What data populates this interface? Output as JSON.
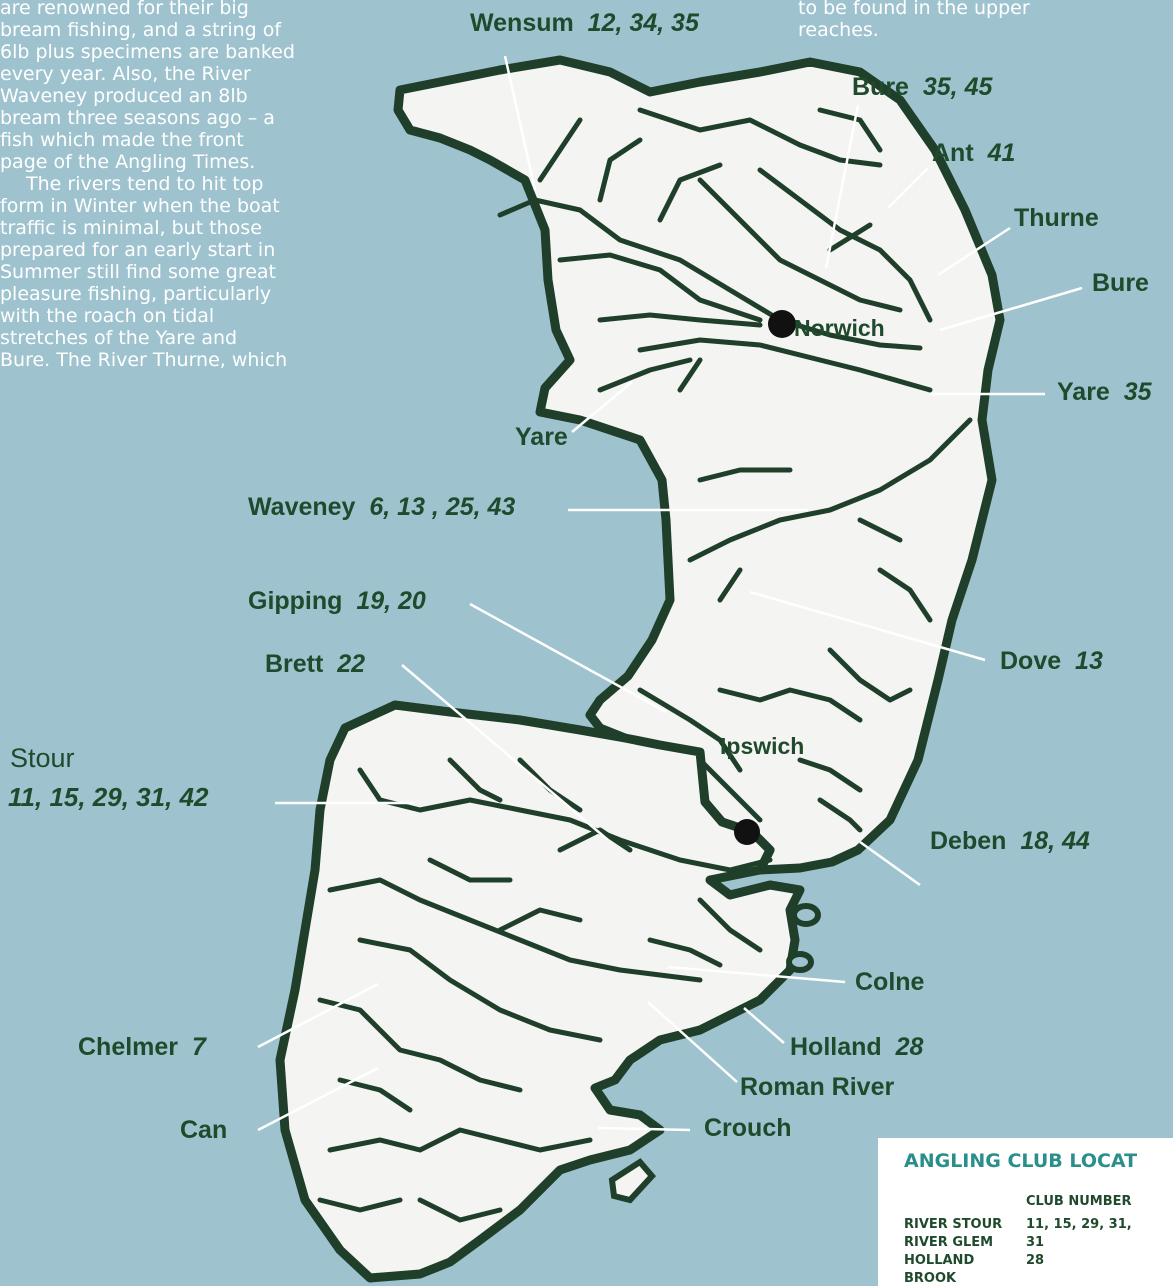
{
  "article": {
    "left_column_lines": [
      "are renowned for their big",
      "bream fishing, and a string of",
      "6lb plus specimens are banked",
      "every year. Also, the River",
      "Waveney produced an 8lb",
      "bream three seasons ago – a",
      "fish which made the front",
      "page of the Angling Times."
    ],
    "left_column_lines_2": [
      "The rivers tend to hit top",
      "form in Winter when the boat",
      "traffic is minimal, but those",
      "prepared for an early start in",
      "Summer still find some great",
      "pleasure fishing, particularly",
      "with the roach on tidal",
      "stretches of the Yare and",
      "Bure. The River Thurne, which"
    ],
    "right_column_lines": [
      "to be found in the upper",
      "reaches."
    ]
  },
  "map": {
    "rivers": [
      {
        "key": "wensum",
        "name": "Wensum",
        "clubs": "12, 34, 35"
      },
      {
        "key": "bure_n",
        "name": "Bure",
        "clubs": "35, 45"
      },
      {
        "key": "ant",
        "name": "Ant",
        "clubs": "41"
      },
      {
        "key": "thurne",
        "name": "Thurne",
        "clubs": ""
      },
      {
        "key": "bure_e",
        "name": "Bure",
        "clubs": ""
      },
      {
        "key": "yare_e",
        "name": "Yare",
        "clubs": "35"
      },
      {
        "key": "yare_w",
        "name": "Yare",
        "clubs": ""
      },
      {
        "key": "waveney",
        "name": "Waveney",
        "clubs": "6, 13 , 25, 43"
      },
      {
        "key": "gipping",
        "name": "Gipping",
        "clubs": "19, 20"
      },
      {
        "key": "brett",
        "name": "Brett",
        "clubs": "22"
      },
      {
        "key": "dove",
        "name": "Dove",
        "clubs": "13"
      },
      {
        "key": "deben",
        "name": "Deben",
        "clubs": "18, 44"
      },
      {
        "key": "colne",
        "name": "Colne",
        "clubs": ""
      },
      {
        "key": "holland",
        "name": "Holland",
        "clubs": "28"
      },
      {
        "key": "roman",
        "name": "Roman River",
        "clubs": ""
      },
      {
        "key": "chelmer",
        "name": "Chelmer",
        "clubs": "7"
      },
      {
        "key": "can",
        "name": "Can",
        "clubs": ""
      },
      {
        "key": "crouch",
        "name": "Crouch",
        "clubs": ""
      }
    ],
    "stour": {
      "name": "Stour",
      "clubs": "11, 15, 29, 31, 42"
    },
    "towns": [
      {
        "key": "norwich",
        "name": "Norwich"
      },
      {
        "key": "ipswich",
        "name": "Ipswich"
      }
    ],
    "colors": {
      "sea": "#9ec3cf",
      "land": "#f4f4f2",
      "river": "#1f3f2a",
      "label": "#1f4a2c",
      "title_accent": "#2a8f8b"
    }
  },
  "club_panel": {
    "title": "ANGLING CLUB LOCAT",
    "column_header": "CLUB NUMBER",
    "rows": [
      {
        "name": "RIVER STOUR",
        "clubs": "11, 15, 29, 31,"
      },
      {
        "name": "RIVER GLEM",
        "clubs": "31"
      },
      {
        "name": "HOLLAND",
        "clubs": "28"
      },
      {
        "name": "BROOK",
        "clubs": ""
      }
    ]
  }
}
